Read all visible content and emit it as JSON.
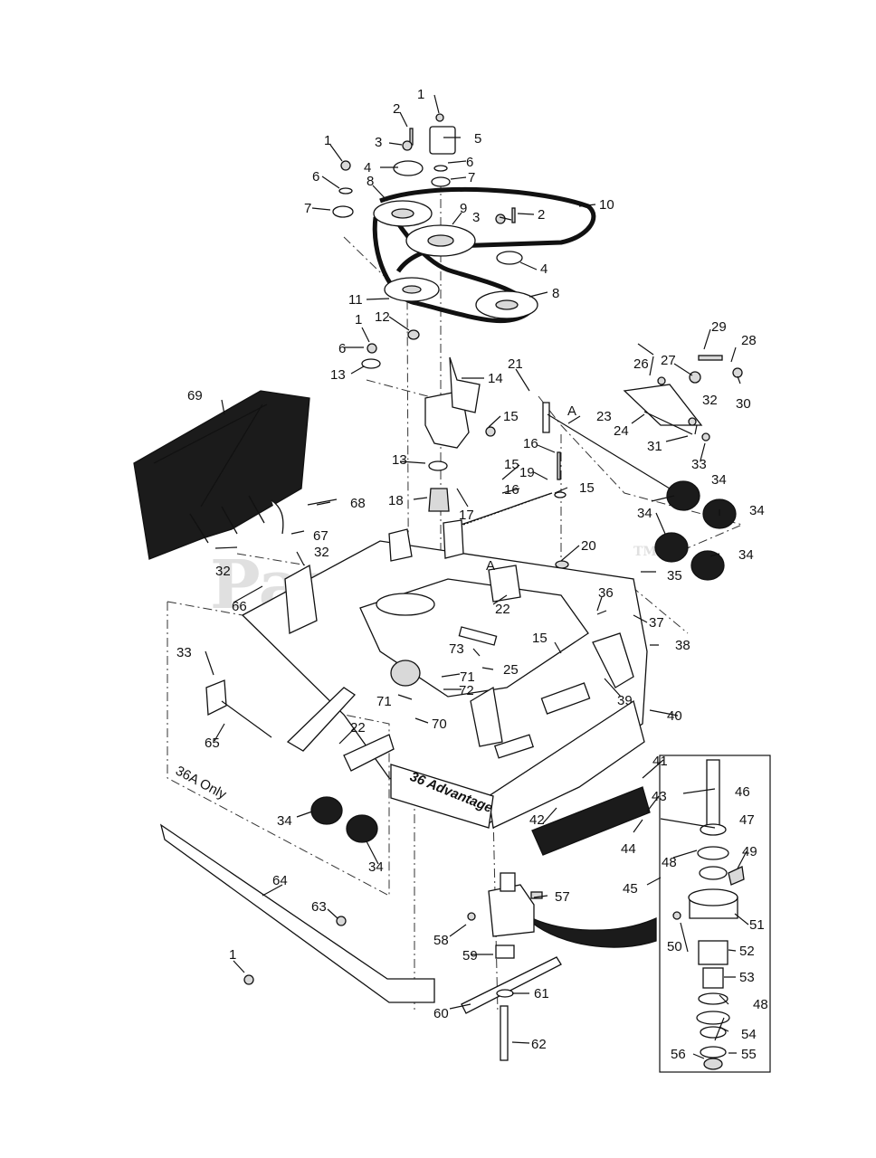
{
  "watermark": {
    "text": "PartsTree",
    "tm": "TM"
  },
  "deck_brand": "36 Advantage",
  "inset_note": "36A Only",
  "reference_letter": "A",
  "callouts": [
    {
      "n": "1"
    },
    {
      "n": "2"
    },
    {
      "n": "3"
    },
    {
      "n": "4"
    },
    {
      "n": "5"
    },
    {
      "n": "6"
    },
    {
      "n": "7"
    },
    {
      "n": "8"
    },
    {
      "n": "9"
    },
    {
      "n": "10"
    },
    {
      "n": "11"
    },
    {
      "n": "12"
    },
    {
      "n": "13"
    },
    {
      "n": "14"
    },
    {
      "n": "15"
    },
    {
      "n": "16"
    },
    {
      "n": "17"
    },
    {
      "n": "18"
    },
    {
      "n": "19"
    },
    {
      "n": "20"
    },
    {
      "n": "21"
    },
    {
      "n": "22"
    },
    {
      "n": "23"
    },
    {
      "n": "24"
    },
    {
      "n": "25"
    },
    {
      "n": "26"
    },
    {
      "n": "27"
    },
    {
      "n": "28"
    },
    {
      "n": "29"
    },
    {
      "n": "30"
    },
    {
      "n": "31"
    },
    {
      "n": "32"
    },
    {
      "n": "33"
    },
    {
      "n": "34"
    },
    {
      "n": "35"
    },
    {
      "n": "36"
    },
    {
      "n": "37"
    },
    {
      "n": "38"
    },
    {
      "n": "39"
    },
    {
      "n": "40"
    },
    {
      "n": "41"
    },
    {
      "n": "42"
    },
    {
      "n": "43"
    },
    {
      "n": "44"
    },
    {
      "n": "45"
    },
    {
      "n": "46"
    },
    {
      "n": "47"
    },
    {
      "n": "48"
    },
    {
      "n": "49"
    },
    {
      "n": "50"
    },
    {
      "n": "51"
    },
    {
      "n": "52"
    },
    {
      "n": "53"
    },
    {
      "n": "54"
    },
    {
      "n": "55"
    },
    {
      "n": "56"
    },
    {
      "n": "57"
    },
    {
      "n": "58"
    },
    {
      "n": "59"
    },
    {
      "n": "60"
    },
    {
      "n": "61"
    },
    {
      "n": "62"
    },
    {
      "n": "63"
    },
    {
      "n": "64"
    },
    {
      "n": "65"
    },
    {
      "n": "66"
    },
    {
      "n": "67"
    },
    {
      "n": "68"
    },
    {
      "n": "69"
    },
    {
      "n": "70"
    },
    {
      "n": "71"
    },
    {
      "n": "72"
    },
    {
      "n": "73"
    }
  ]
}
